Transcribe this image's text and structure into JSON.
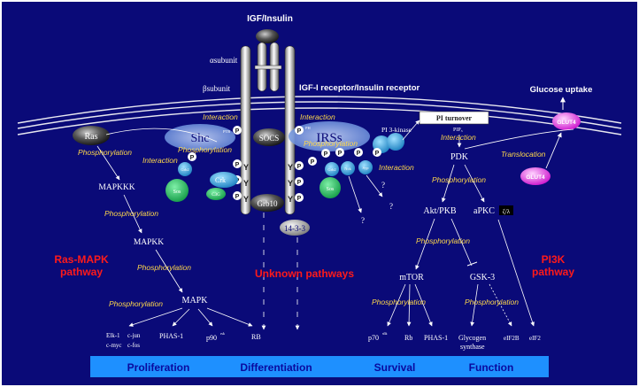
{
  "colors": {
    "background": "#0a0a78",
    "membrane": "#e8e8f0",
    "phospho_text": "#ffd84a",
    "pathway_red": "#ff1a1a",
    "bottom_bar": "#1e90ff",
    "bottom_text": "#0a0a9e",
    "sos_green": "#1fbf5a",
    "glut4_magenta": "#ee22ee",
    "p_badge": "#ffffff"
  },
  "header": {
    "ligand": "IGF/Insulin",
    "alpha_subunit": "αsubunit",
    "beta_subunit": "βsubunit",
    "receptor": "IGF-I receptor/Insulin receptor"
  },
  "nodes": {
    "ras": "Ras",
    "shc": "Shc",
    "socs": "SOCS",
    "irss": "IRSs",
    "pi3kinase": "PI 3-kinase",
    "pi_turnover": "PI turnover",
    "pip3": "PIP₃",
    "pdk": "PDK",
    "akt": "Akt/PKB",
    "apkc": "aPKC",
    "apkc_tag": "ζ/λ",
    "mtor": "mTOR",
    "gsk3": "GSK-3",
    "mapkkk": "MAPKKK",
    "mapkk": "MAPKK",
    "mapk": "MAPK",
    "crk": "Crk",
    "c3g": "C3G",
    "grb10": "Grb10",
    "p1433": "14-3-3",
    "sos": "Sos",
    "grb2": "Grb2",
    "nck": "Nck",
    "syp": "Syp",
    "glut4_top": "GLUT4",
    "glut4_bottom": "GLUT4",
    "p_badge": "P",
    "ptb": "PTB",
    "ph_domain": "PH",
    "q1": "?",
    "q2": "?",
    "q3": "?"
  },
  "labels": {
    "glucose_uptake": "Glucose uptake",
    "phosphorylation": "Phosphorylation",
    "interaction": "Interaction",
    "translocation": "Translocation",
    "ras_mapk_line1": "Ras-MAPK",
    "ras_mapk_line2": "pathway",
    "unknown_pathways": "Unknown pathways",
    "pi3k_line1": "PI3K",
    "pi3k_line2": "pathway"
  },
  "targets": {
    "elk1": "Elk-1",
    "cjun": "c-jun",
    "cmyc": "c-myc",
    "cfos": "c-fos",
    "phas1_left": "PHAS-1",
    "p90": "p90",
    "p90_sup": "rsk",
    "rb_left": "RB",
    "p70": "p70",
    "p70_sup": "s6k",
    "rb_right": "Rb",
    "phas1_right": "PHAS-1",
    "glycogen_1": "Glycogen",
    "glycogen_2": "synthase",
    "eif2b": "eIF2B",
    "eif2": "eIF2"
  },
  "bottom_bar": {
    "proliferation": "Proliferation",
    "differentiation": "Differentiation",
    "survival": "Survival",
    "function": "Function"
  }
}
